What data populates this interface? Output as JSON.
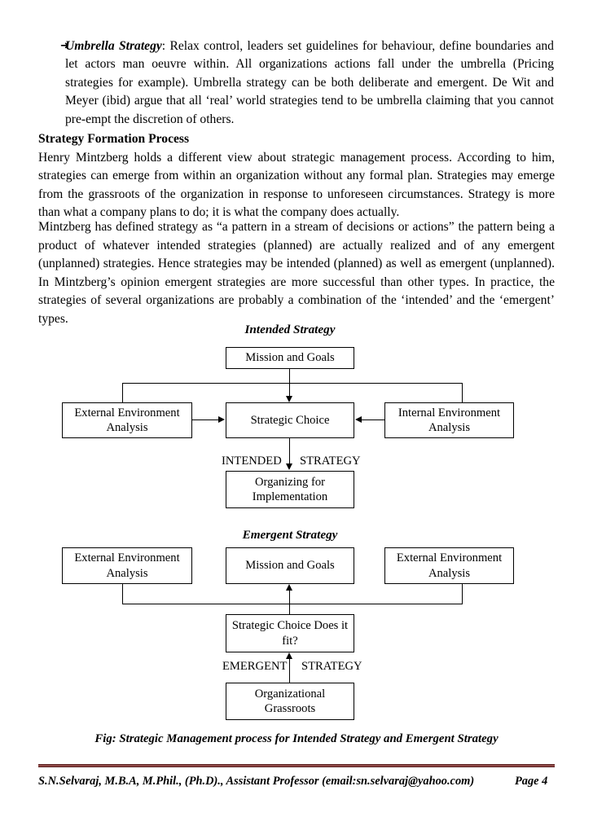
{
  "document": {
    "bullet": {
      "glyph": "➜",
      "lead": "Umbrella Strategy",
      "body": ": Relax control, leaders set guidelines for behaviour, define boundaries and let actors man oeuvre within. All organizations actions fall under the umbrella (Pricing strategies for example). Umbrella strategy can be both deliberate and emergent. De Wit and Meyer (ibid) argue that all ‘real’ world strategies tend to be umbrella claiming that you cannot pre-empt the discretion of others."
    },
    "section_heading": "Strategy Formation Process",
    "paragraph_1": "Henry Mintzberg holds a different view about strategic management process. According to him, strategies can emerge from within an organization without any formal plan. Strategies may emerge from the grassroots of the organization in response to unforeseen circumstances. Strategy is more than what a company plans to do; it is what the company does actually.",
    "paragraph_2": "Mintzberg has defined strategy as “a pattern in a stream of decisions or actions” the pattern being a product of whatever intended strategies (planned) are actually realized and of any emergent (unplanned) strategies.   Hence strategies may be intended (planned) as well as emergent (unplanned).  In Mintzberg’s opinion emergent strategies are more successful than other types. In practice, the strategies of several organizations are probably a combination of the ‘intended’ and the ‘emergent’ types."
  },
  "figure": {
    "intended": {
      "title": "Intended Strategy",
      "boxes": {
        "mission": "Mission and Goals",
        "external": "External Environment Analysis",
        "choice": "Strategic Choice",
        "internal": "Internal Environment Analysis",
        "organizing": "Organizing for Implementation"
      },
      "flow_label_left": "INTENDED",
      "flow_label_right": "STRATEGY"
    },
    "emergent": {
      "title": "Emergent Strategy",
      "boxes": {
        "external_left": "External Environment Analysis",
        "mission": "Mission and Goals",
        "external_right": "External Environment Analysis",
        "choice": "Strategic Choice Does it fit?",
        "grassroots": "Organizational Grassroots"
      },
      "flow_label_left": "EMERGENT",
      "flow_label_right": "STRATEGY"
    },
    "caption": "Fig: Strategic Management process for Intended Strategy and Emergent Strategy"
  },
  "footer": {
    "left": "S.N.Selvaraj, M.B.A, M.Phil., (Ph.D)., Assistant Professor (email:sn.selvaraj@yahoo.com)",
    "right": "Page 4",
    "rule_color": "#5c2223"
  }
}
